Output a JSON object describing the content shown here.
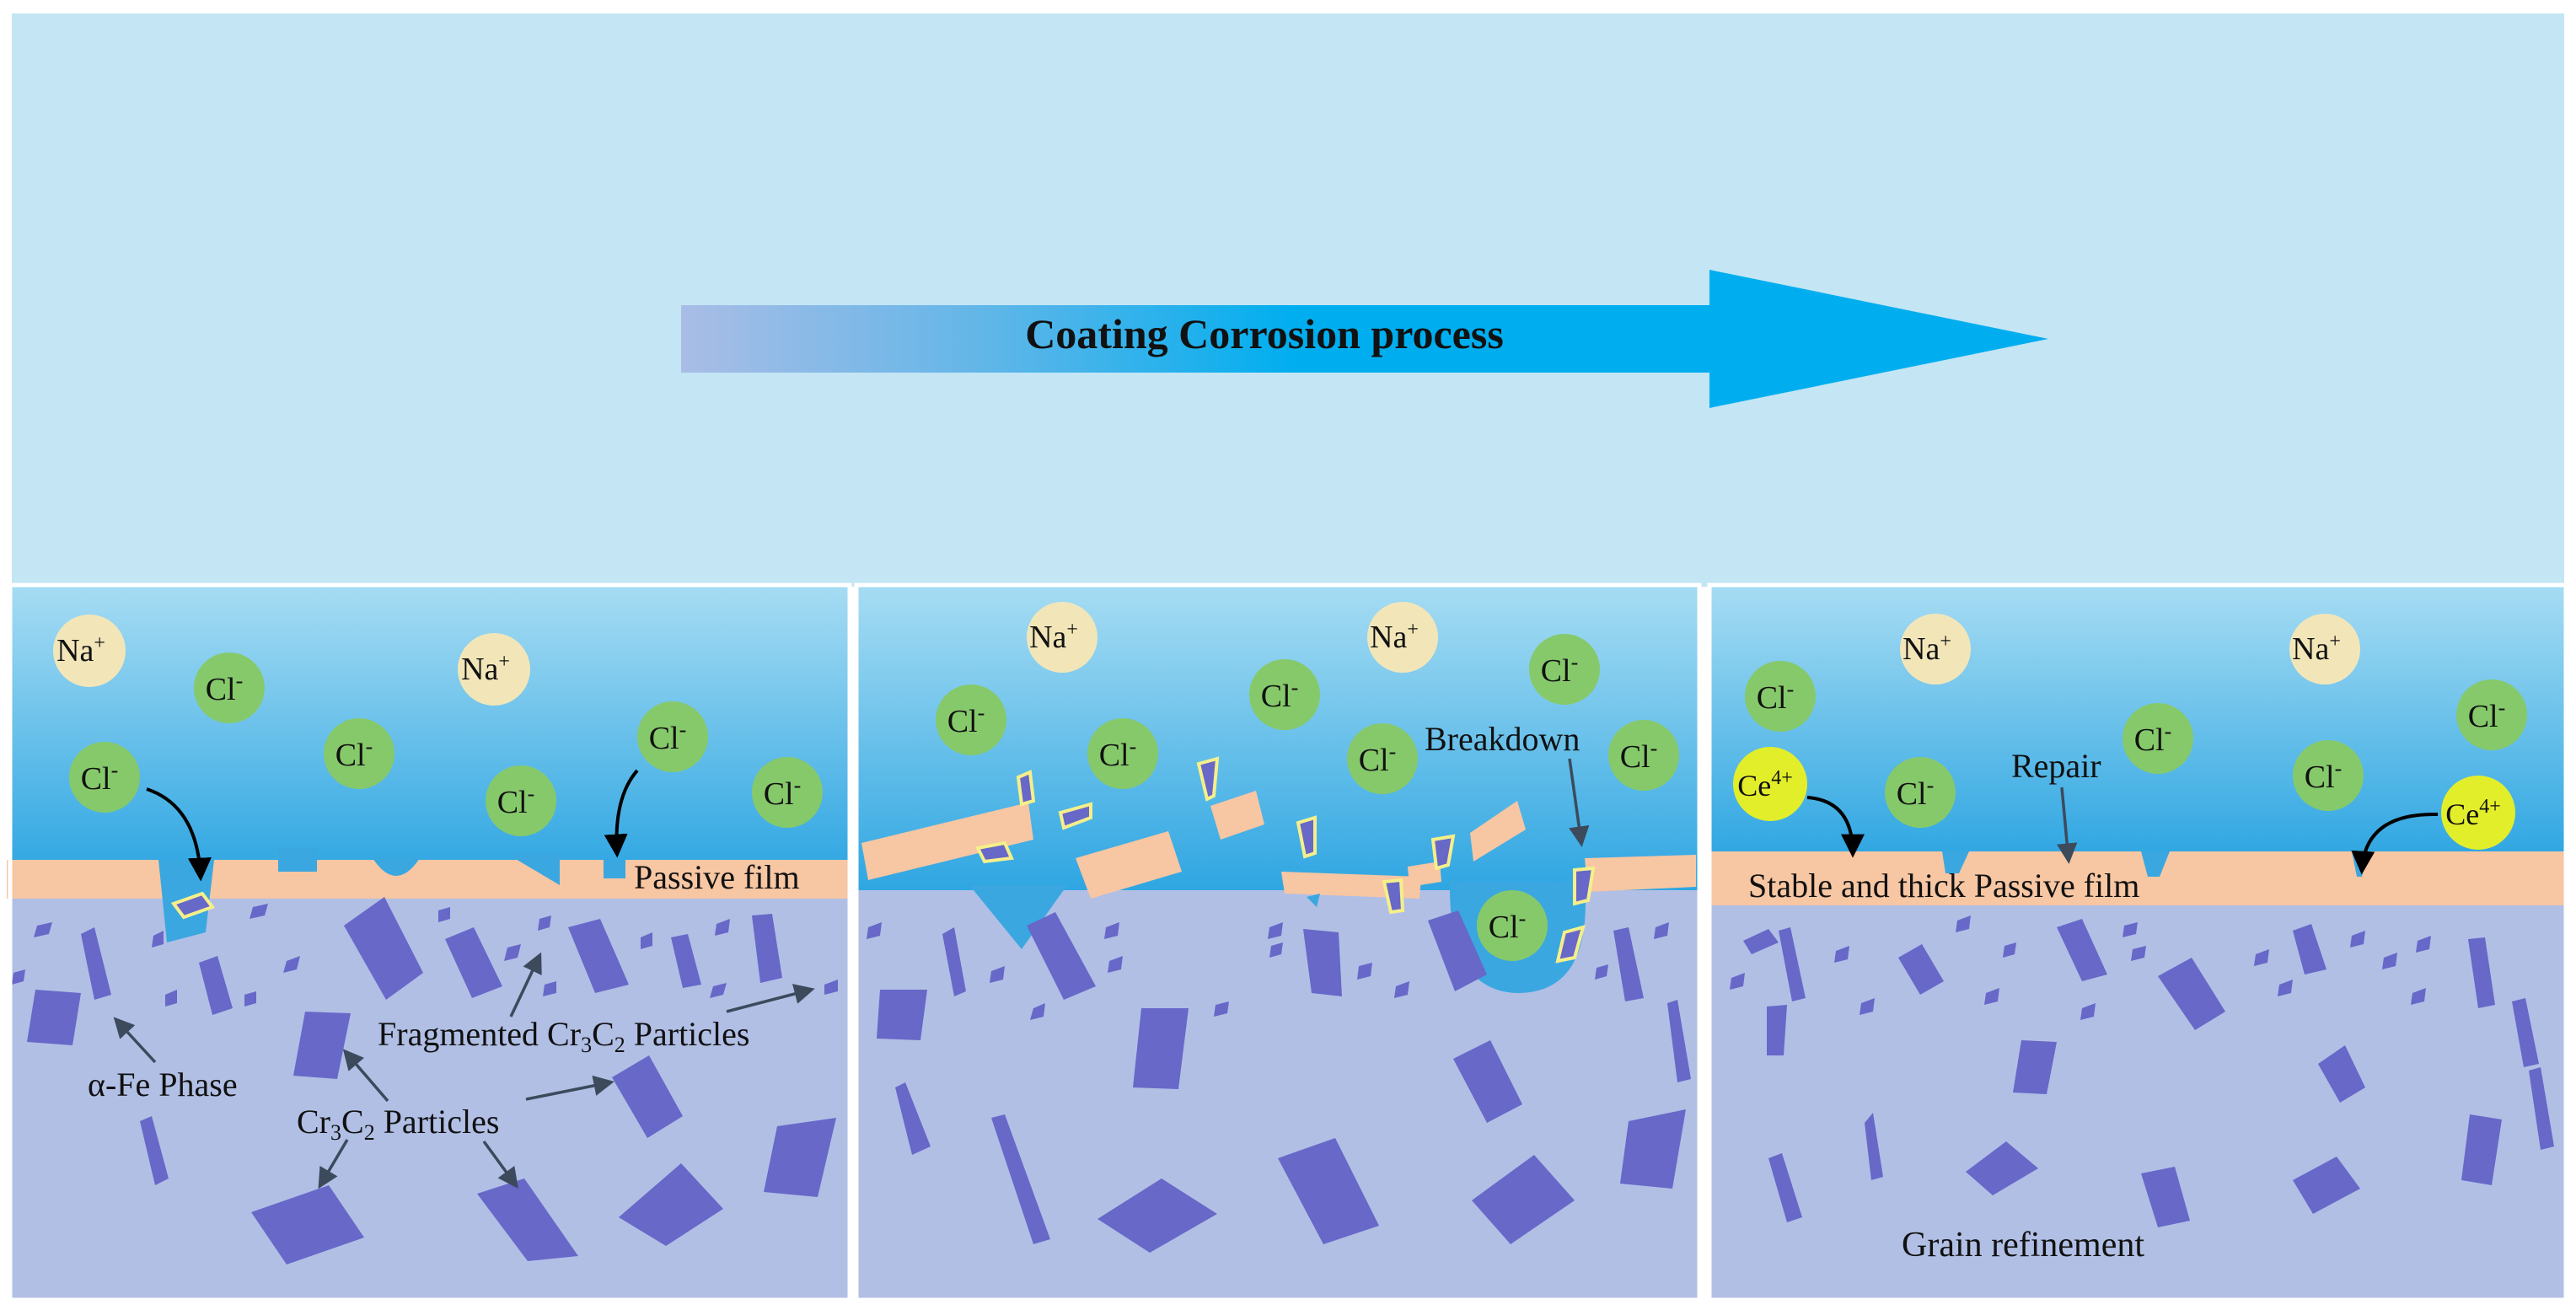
{
  "title": "Coating Corrosion process",
  "colors": {
    "background": "#c3e5f4",
    "arrow": "#00aeef",
    "arrow_tail": "#a9bde6",
    "solution_top": "#a6dcf3",
    "solution_bottom": "#32a8e3",
    "passive_film": "#f7c6a3",
    "substrate": "#b1bfe5",
    "particle": "#6768c8",
    "na_ion": "#f2e6b9",
    "cl_ion": "#86c96b",
    "ce_ion": "#e3ee2a",
    "pit": "#3aa7e0"
  },
  "ions": {
    "na": "Na",
    "na_charge": "+",
    "cl": "Cl",
    "cl_charge": "-",
    "ce": "Ce",
    "ce_charge": "4+"
  },
  "panel1": {
    "passive_film": "Passive film",
    "fragmented_label_a": "Fragmented Cr",
    "fragmented_sub_a": "3",
    "fragmented_label_b": "C",
    "fragmented_sub_b": "2",
    "fragmented_label_c": " Particles",
    "alpha_fe": "α-Fe Phase",
    "cr3c2_a": "Cr",
    "cr3c2_sub_a": "3",
    "cr3c2_b": "C",
    "cr3c2_sub_b": "2",
    "cr3c2_c": " Particles"
  },
  "panel2": {
    "breakdown": "Breakdown"
  },
  "panel3": {
    "repair": "Repair",
    "stable_film": "Stable and thick Passive film",
    "grain_refinement": "Grain refinement"
  }
}
